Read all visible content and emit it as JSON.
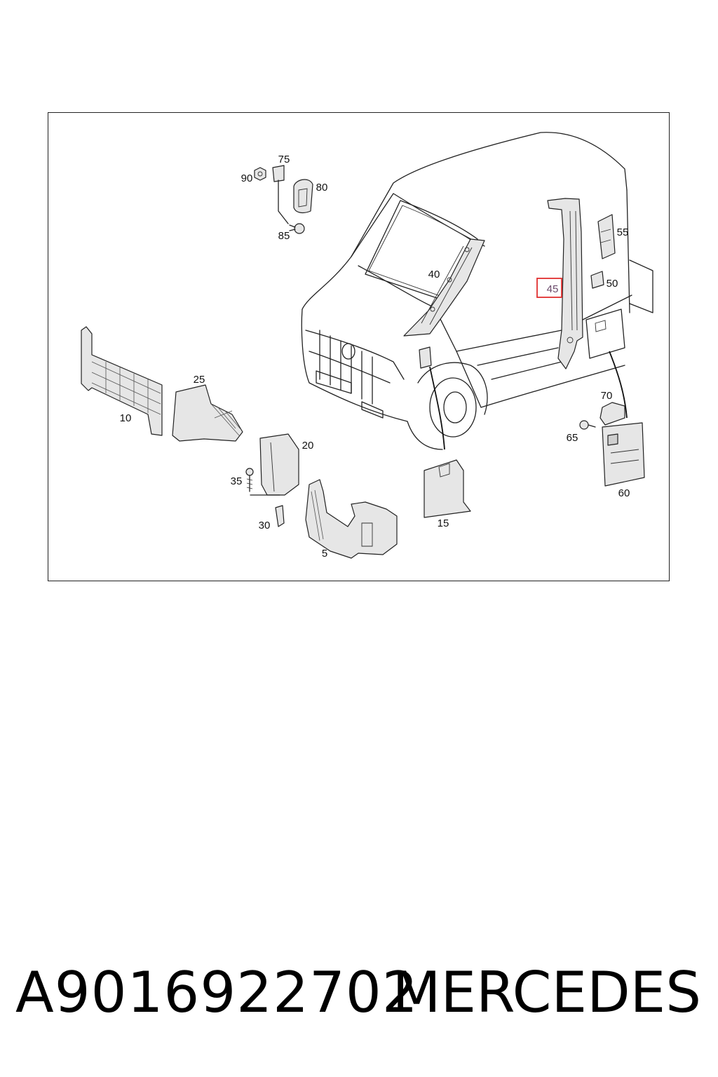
{
  "diagram": {
    "callouts": {
      "c5": "5",
      "c10": "10",
      "c15": "15",
      "c20": "20",
      "c25": "25",
      "c30": "30",
      "c35": "35",
      "c40": "40",
      "c45": "45",
      "c50": "50",
      "c55": "55",
      "c60": "60",
      "c65": "65",
      "c70": "70",
      "c75": "75",
      "c80": "80",
      "c85": "85",
      "c90": "90"
    },
    "highlighted_callout": "45",
    "highlight_color": "#e03030"
  },
  "footer": {
    "part_number": "A9016922702",
    "brand": "MERCEDES"
  }
}
